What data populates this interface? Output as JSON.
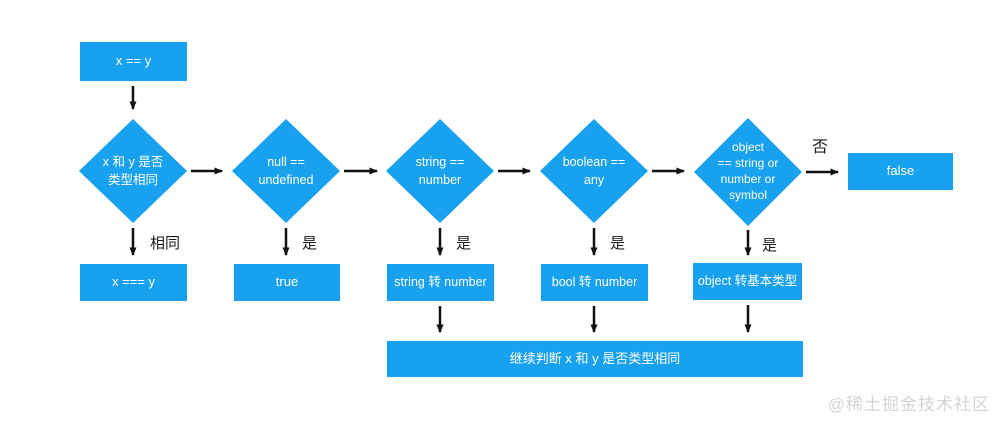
{
  "colors": {
    "node_fill": "#17a1ee",
    "node_text": "#ffffff",
    "arrow": "#121212",
    "edge_label_text": "#1b1b1b",
    "watermark_text": "#d4d4d4"
  },
  "nodes": {
    "start": "x == y",
    "check_type_same": "x 和 y 是否\n类型相同",
    "check_null_undefined": "null ==\nundefined",
    "check_string_number": "string ==\nnumber",
    "check_boolean_any": "boolean ==\nany",
    "check_object_primitive": "object\n== string or\nnumber or\nsymbol",
    "result_false": "false",
    "result_strict_equal": "x === y",
    "result_true": "true",
    "result_string_to_number": "string 转 number",
    "result_bool_to_number": "bool 转 number",
    "result_object_to_primitive": "object 转基本类型",
    "continue_check": "继续判断 x 和 y 是否类型相同"
  },
  "edge_labels": {
    "same": "相同",
    "yes": "是",
    "no": "否"
  },
  "watermark": "@稀土掘金技术社区"
}
